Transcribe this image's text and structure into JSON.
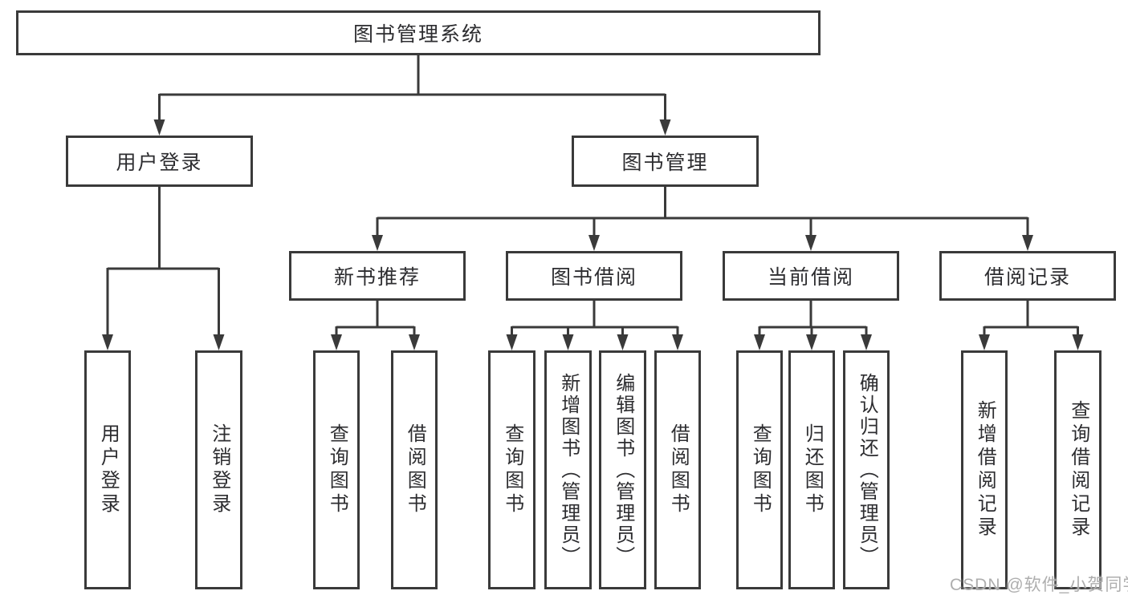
{
  "nodes": {
    "root": "图书管理系统",
    "user_login": "用户登录",
    "book_management": "图书管理",
    "new_book_recommend": "新书推荐",
    "book_borrow": "图书借阅",
    "current_borrow": "当前借阅",
    "borrow_records": "借阅记录",
    "user_login_leaf": "用户登录",
    "logout_leaf": "注销登录",
    "recommend_query_book": "查询图书",
    "recommend_borrow_book": "借阅图书",
    "borrow_query_book": "查询图书",
    "borrow_add_book": "新增图书（管理员）",
    "borrow_edit_book": "编辑图书（管理员）",
    "borrow_borrow_book": "借阅图书",
    "current_query_book": "查询图书",
    "current_return_book": "归还图书",
    "current_confirm_return": "确认归还（管理员）",
    "records_add_record": "新增借阅记录",
    "records_query_record": "查询借阅记录"
  },
  "watermark": "CSDN @软件_小贺同学",
  "colors": {
    "line": "#3a3a3a",
    "border": "#3a3a3a",
    "text": "#2d2d30",
    "watermark": "#aeaeae",
    "background": "#ffffff"
  }
}
